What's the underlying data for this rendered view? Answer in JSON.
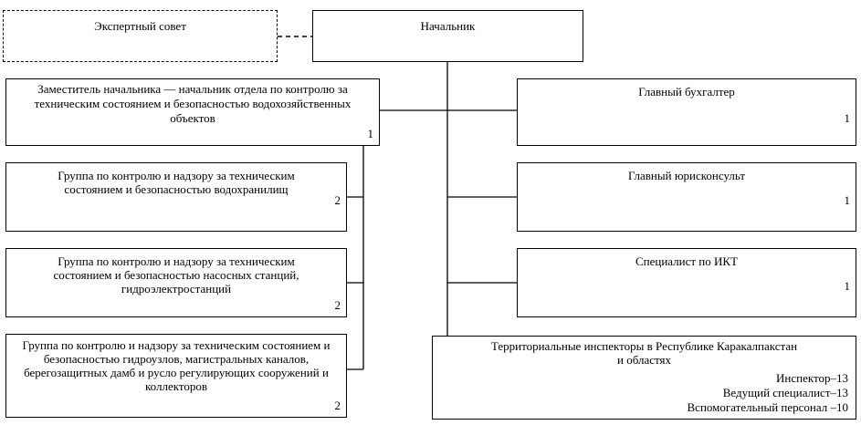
{
  "expert_council": {
    "label": "Экспертный совет"
  },
  "head": {
    "label": "Начальник"
  },
  "deputy": {
    "label": "Заместитель начальника — начальник отдела по контролю за техническим состоянием и безопасностью водохозяйственных объектов",
    "count": "1"
  },
  "group_reservoirs": {
    "label": "Группа по контролю и надзору за техническим состоянием и безопасностью водохранилищ",
    "count": "2"
  },
  "group_pumping": {
    "label": "Группа по контролю и надзору за техническим состоянием и безопасностью насосных станций, гидроэлектростанций",
    "count": "2"
  },
  "group_hydro": {
    "label": "Группа по контролю и надзору за техническим состоянием и безопасностью гидроузлов, магистральных каналов, берегозащитных дамб и русло регулирующих сооружений и коллекторов",
    "count": "2"
  },
  "chief_accountant": {
    "label": "Главный бухгалтер",
    "count": "1"
  },
  "chief_lawyer": {
    "label": "Главный юрисконсульт",
    "count": "1"
  },
  "ict_specialist": {
    "label": "Специалист по ИКТ",
    "count": "1"
  },
  "territorial": {
    "label_line1": "Территориальные инспекторы в Республике Каракалпакстан",
    "label_line2": "и областях",
    "inspector": "Инспектор–13",
    "lead_specialist": "Ведущий специалист–13",
    "support_staff": "Вспомогательный персонал –10"
  }
}
